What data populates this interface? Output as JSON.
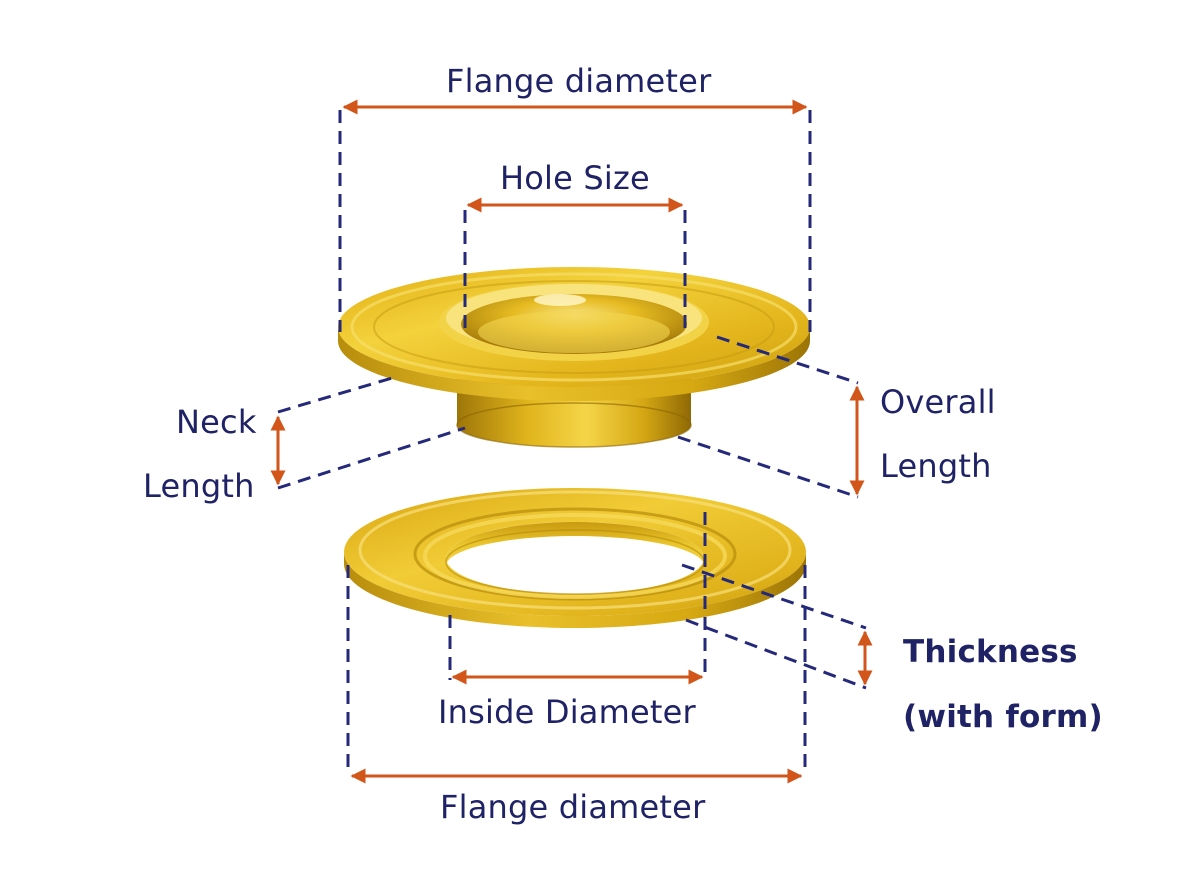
{
  "labels": {
    "flange_top": "Flange diameter",
    "hole_size": "Hole Size",
    "neck_1": "Neck",
    "neck_2": "Length",
    "overall_1": "Overall",
    "overall_2": "Length",
    "thickness_1": "Thickness",
    "thickness_2": "(with form)",
    "inside_diameter": "Inside Diameter",
    "flange_bottom": "Flange diameter"
  },
  "colors": {
    "label_text": "#1f2366",
    "dashed_guide": "#25297a",
    "dimension_arrow": "#d2551a",
    "grommet_gold": "#e6b820",
    "grommet_shadow": "#a37a08",
    "grommet_highlight": "#f8e27a"
  }
}
